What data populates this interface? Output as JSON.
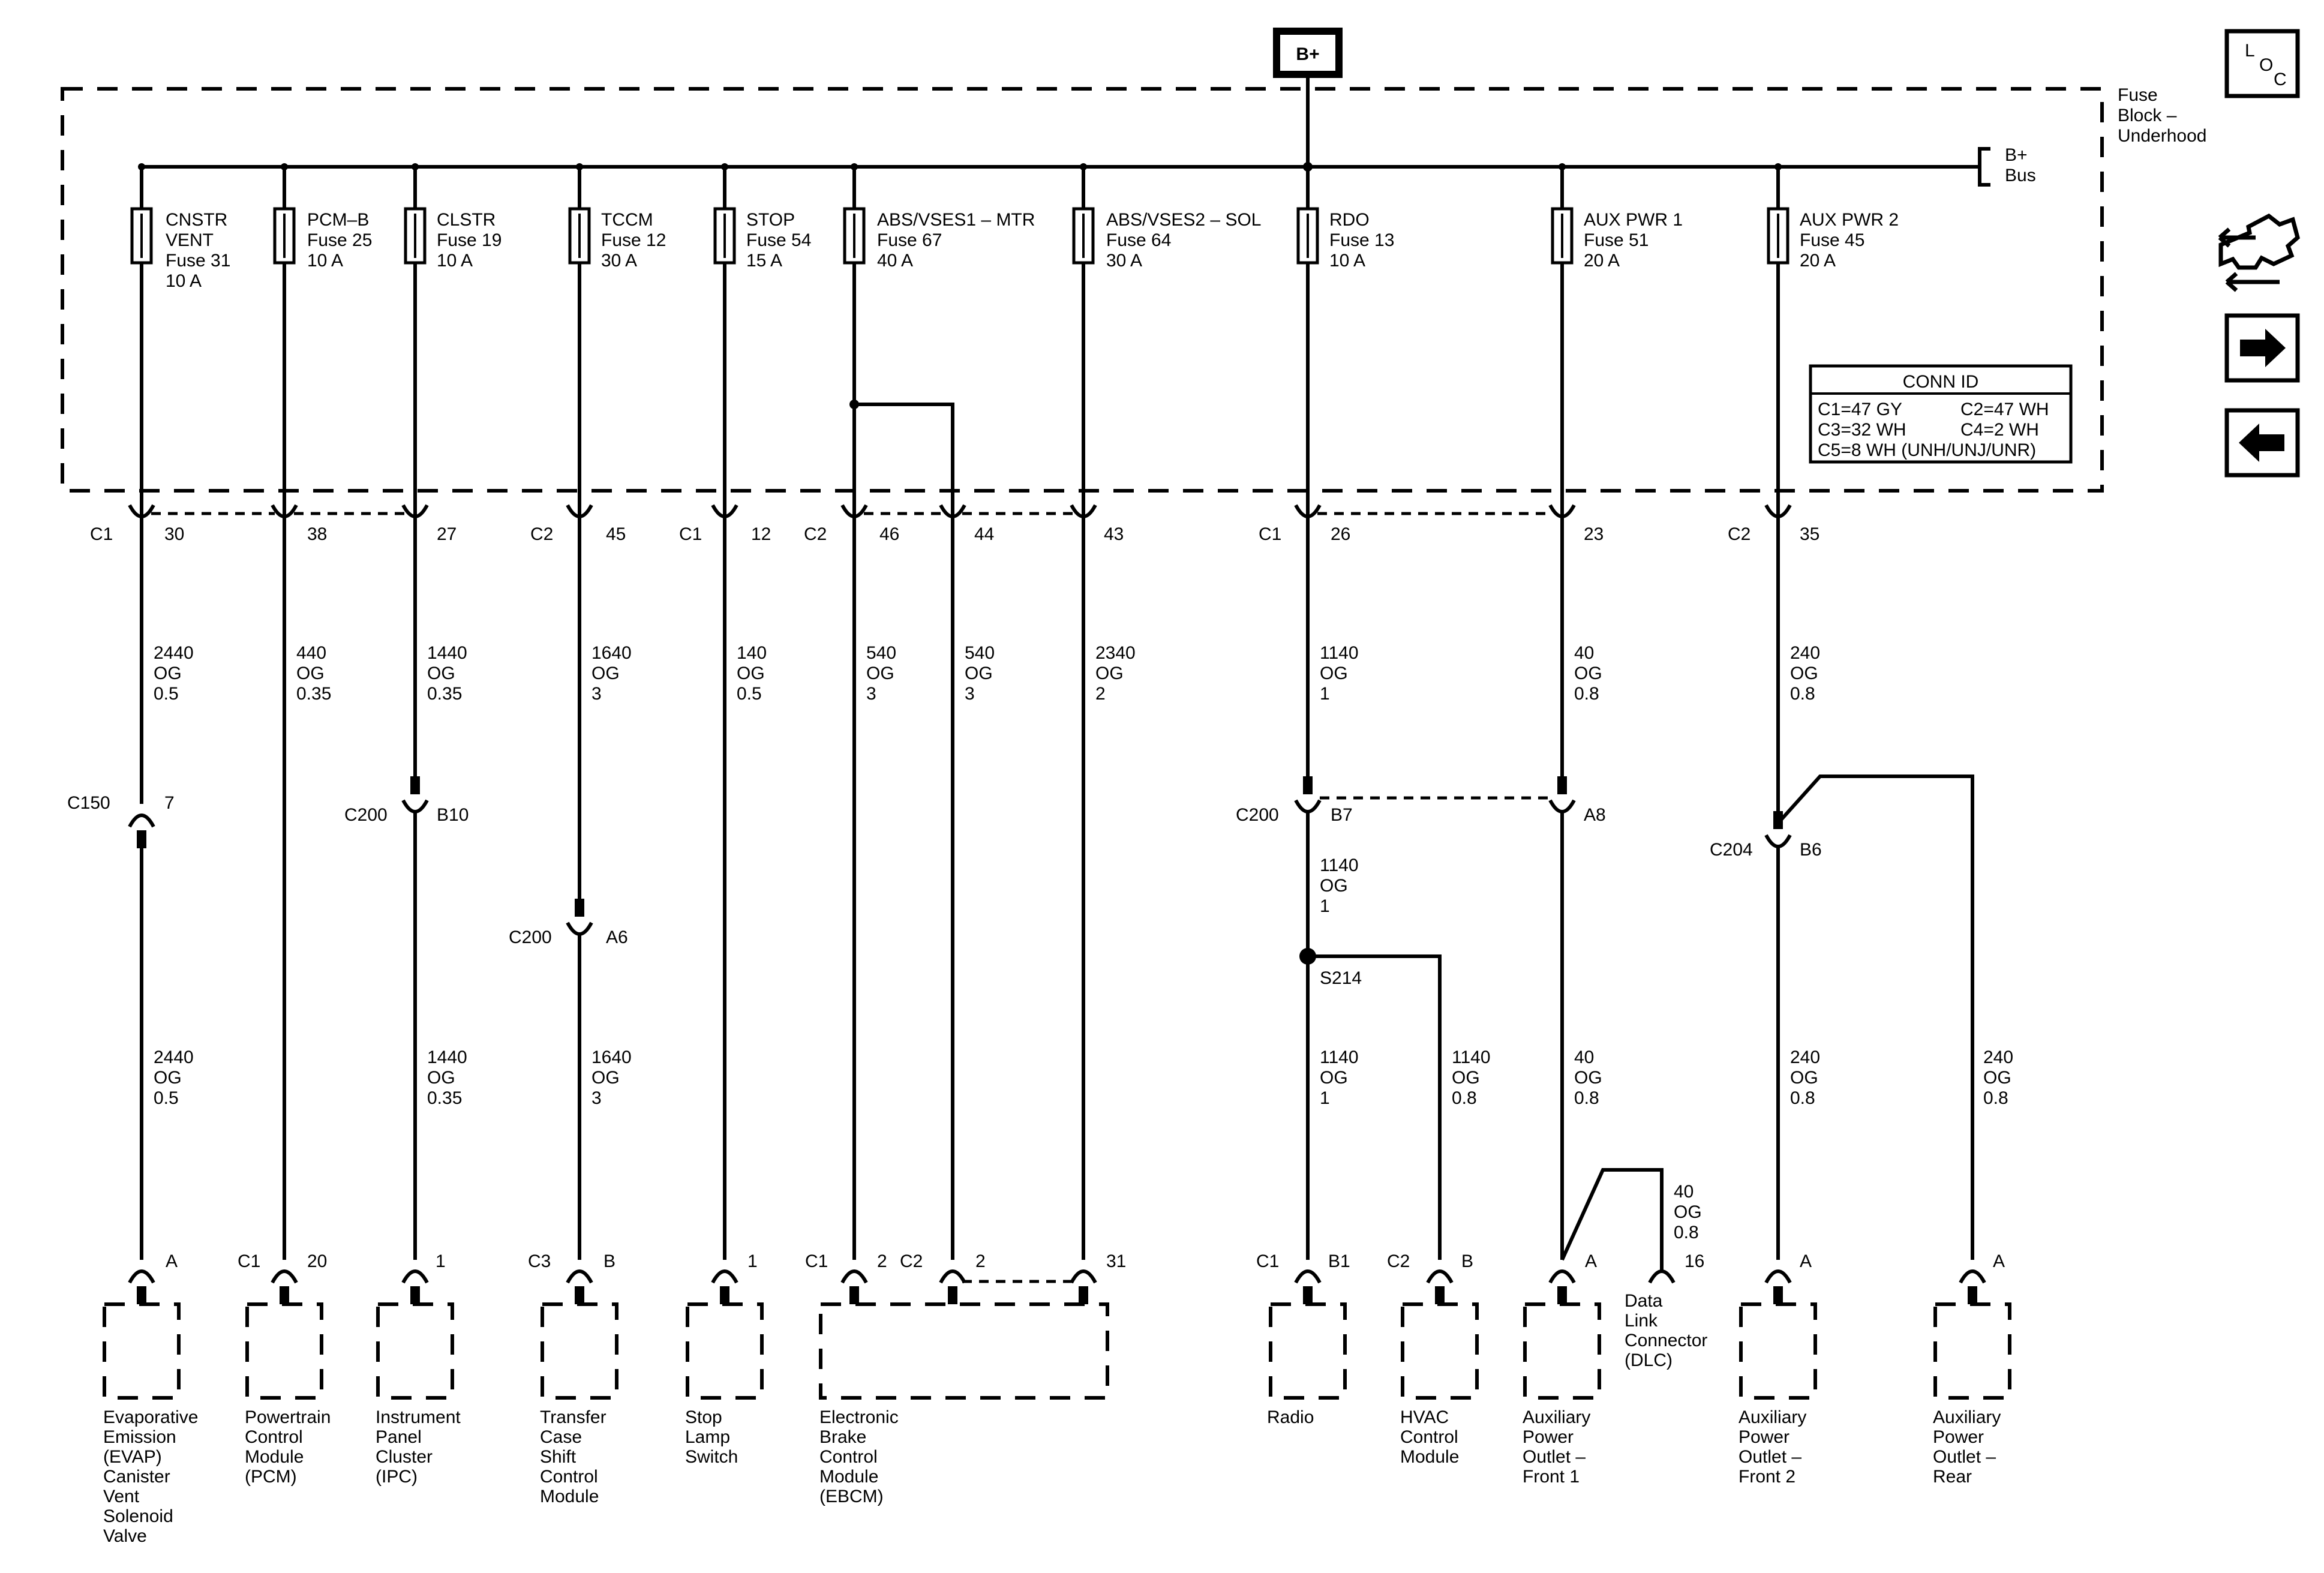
{
  "source": "B+",
  "fuse_block_label": [
    "Fuse",
    "Block –",
    "Underhood"
  ],
  "bus_label": [
    "B+",
    "Bus"
  ],
  "fuses": [
    {
      "lines": [
        "CNSTR",
        "VENT",
        "Fuse 31",
        "10 A"
      ]
    },
    {
      "lines": [
        "PCM–B",
        "Fuse 25",
        "10 A"
      ]
    },
    {
      "lines": [
        "CLSTR",
        "Fuse 19",
        "10 A"
      ]
    },
    {
      "lines": [
        "TCCM",
        "Fuse 12",
        "30 A"
      ]
    },
    {
      "lines": [
        "STOP",
        "Fuse 54",
        "15 A"
      ]
    },
    {
      "lines": [
        "ABS/VSES1 – MTR",
        "Fuse 67",
        "40 A"
      ]
    },
    {
      "lines": [
        "ABS/VSES2 – SOL",
        "Fuse 64",
        "30 A"
      ]
    },
    {
      "lines": [
        "RDO",
        "Fuse 13",
        "10 A"
      ]
    },
    {
      "lines": [
        "AUX PWR 1",
        "Fuse 51",
        "20 A"
      ]
    },
    {
      "lines": [
        "AUX PWR 2",
        "Fuse 45",
        "20 A"
      ]
    }
  ],
  "conn_id": {
    "title": "CONN ID",
    "rows": [
      [
        "C1=47 GY",
        "C2=47 WH"
      ],
      [
        "C3=32 WH",
        "C4=2 WH"
      ],
      [
        "C5=8 WH (UNH/UNJ/UNR)",
        ""
      ]
    ]
  },
  "fuse_block_pins": [
    {
      "conn": "C1",
      "pin": "30"
    },
    {
      "conn": "",
      "pin": "38"
    },
    {
      "conn": "",
      "pin": "27"
    },
    {
      "conn": "C2",
      "pin": "45"
    },
    {
      "conn": "C1",
      "pin": "12"
    },
    {
      "conn": "C2",
      "pin": "46"
    },
    {
      "conn": "",
      "pin": "44"
    },
    {
      "conn": "",
      "pin": "43"
    },
    {
      "conn": "C1",
      "pin": "26"
    },
    {
      "conn": "",
      "pin": "23"
    },
    {
      "conn": "C2",
      "pin": "35"
    }
  ],
  "wires_upper": [
    [
      "2440",
      "OG",
      "0.5"
    ],
    [
      "440",
      "OG",
      "0.35"
    ],
    [
      "1440",
      "OG",
      "0.35"
    ],
    [
      "1640",
      "OG",
      "3"
    ],
    [
      "140",
      "OG",
      "0.5"
    ],
    [
      "540",
      "OG",
      "3"
    ],
    [
      "540",
      "OG",
      "3"
    ],
    [
      "2340",
      "OG",
      "2"
    ],
    [
      "1140",
      "OG",
      "1"
    ],
    [
      "40",
      "OG",
      "0.8"
    ],
    [
      "240",
      "OG",
      "0.8"
    ]
  ],
  "inline_connectors": [
    {
      "conn": "C150",
      "pin": "7"
    },
    {
      "conn": "C200",
      "pin": "B10"
    },
    {
      "conn": "C200",
      "pin": "A6"
    },
    {
      "conn": "C200",
      "pin": "B7"
    },
    {
      "conn": "",
      "pin": "A8"
    },
    {
      "conn": "C204",
      "pin": "B6"
    }
  ],
  "splice": "S214",
  "wires_mid": [
    [
      "1140",
      "OG",
      "1"
    ]
  ],
  "wires_lower": [
    [
      "2440",
      "OG",
      "0.5"
    ],
    [
      "1440",
      "OG",
      "0.35"
    ],
    [
      "1640",
      "OG",
      "3"
    ],
    [
      "1140",
      "OG",
      "1"
    ],
    [
      "1140",
      "OG",
      "0.8"
    ],
    [
      "40",
      "OG",
      "0.8"
    ],
    [
      "240",
      "OG",
      "0.8"
    ],
    [
      "240",
      "OG",
      "0.8"
    ],
    [
      "40",
      "OG",
      "0.8"
    ]
  ],
  "component_pins": [
    {
      "conn": "",
      "pin": "A"
    },
    {
      "conn": "C1",
      "pin": "20"
    },
    {
      "conn": "",
      "pin": "1"
    },
    {
      "conn": "C3",
      "pin": "B"
    },
    {
      "conn": "",
      "pin": "1"
    },
    {
      "conn": "C1",
      "pin": "2"
    },
    {
      "conn": "C2",
      "pin": "2"
    },
    {
      "conn": "",
      "pin": "31"
    },
    {
      "conn": "C1",
      "pin": "B1"
    },
    {
      "conn": "C2",
      "pin": "B"
    },
    {
      "conn": "",
      "pin": "A"
    },
    {
      "conn": "",
      "pin": "16"
    },
    {
      "conn": "",
      "pin": "A"
    },
    {
      "conn": "",
      "pin": "A"
    }
  ],
  "components": [
    {
      "lines": [
        "Evaporative",
        "Emission",
        "(EVAP)",
        "Canister",
        "Vent",
        "Solenoid",
        "Valve"
      ]
    },
    {
      "lines": [
        "Powertrain",
        "Control",
        "Module",
        "(PCM)"
      ]
    },
    {
      "lines": [
        "Instrument",
        "Panel",
        "Cluster",
        "(IPC)"
      ]
    },
    {
      "lines": [
        "Transfer",
        "Case",
        "Shift",
        "Control",
        "Module"
      ]
    },
    {
      "lines": [
        "Stop",
        "Lamp",
        "Switch"
      ]
    },
    {
      "lines": [
        "Electronic",
        "Brake",
        "Control",
        "Module",
        "(EBCM)"
      ]
    },
    {
      "lines": [
        "Radio"
      ]
    },
    {
      "lines": [
        "HVAC",
        "Control",
        "Module"
      ]
    },
    {
      "lines": [
        "Auxiliary",
        "Power",
        "Outlet –",
        "Front 1"
      ]
    },
    {
      "lines": [
        "Data",
        "Link",
        "Connector",
        "(DLC)"
      ]
    },
    {
      "lines": [
        "Auxiliary",
        "Power",
        "Outlet –",
        "Front 2"
      ]
    },
    {
      "lines": [
        "Auxiliary",
        "Power",
        "Outlet –",
        "Rear"
      ]
    }
  ],
  "nav": {
    "loc": [
      "L",
      "O",
      "C"
    ]
  }
}
